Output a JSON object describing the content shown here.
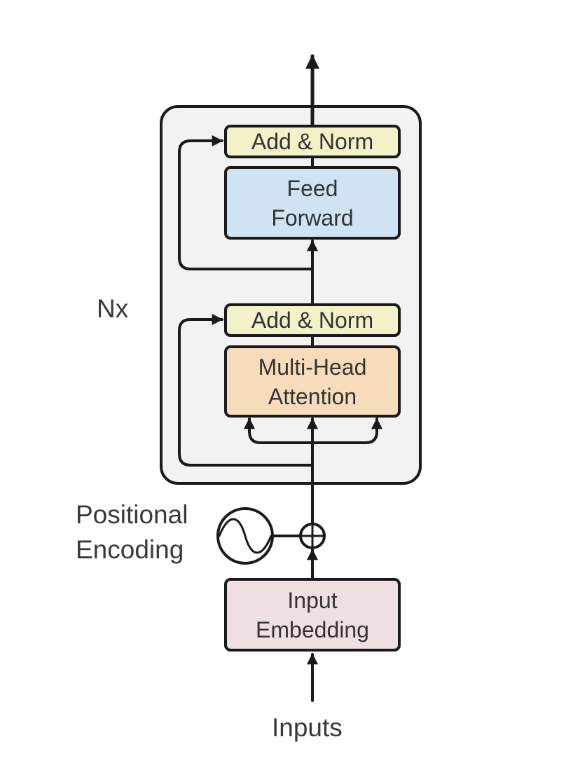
{
  "blocks": {
    "add_norm_top": "Add & Norm",
    "feed_forward": [
      "Feed",
      "Forward"
    ],
    "add_norm_bottom": "Add & Norm",
    "multi_head_attention": [
      "Multi-Head",
      "Attention"
    ],
    "input_embedding": [
      "Input",
      "Embedding"
    ]
  },
  "labels": {
    "repeat": "Nx",
    "positional_encoding": [
      "Positional",
      "Encoding"
    ],
    "inputs": "Inputs"
  },
  "colors": {
    "add_norm": "#f4f1c8",
    "feed_forward": "#cfe3f3",
    "multi_head_attention": "#f7dcbc",
    "input_embedding": "#efdfe0",
    "encoder_layer": "#f2f2f2",
    "stroke": "#1a1a1a"
  }
}
